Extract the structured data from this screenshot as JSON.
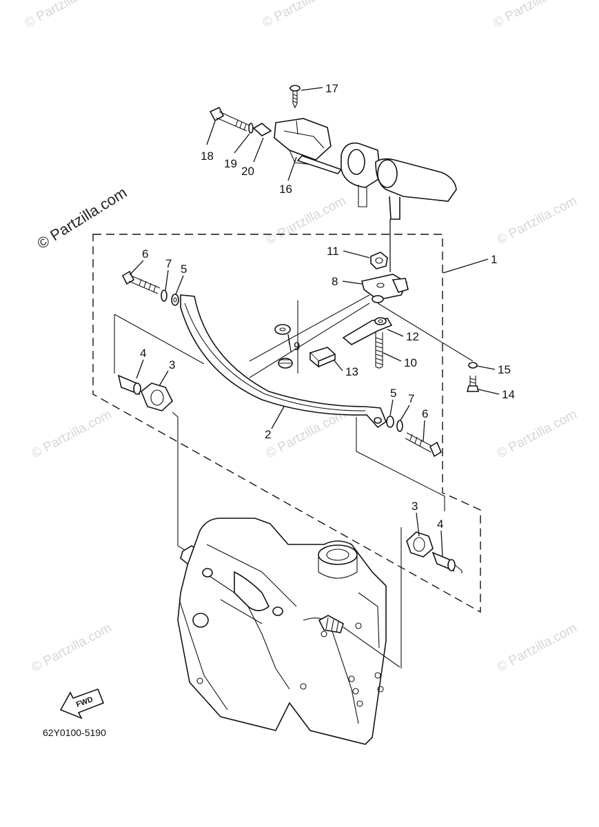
{
  "watermark": {
    "text": "© Partzilla.com"
  },
  "diagram": {
    "part_code": "62Y0100-5190",
    "fwd_label": "FWD",
    "callouts": {
      "c1": "1",
      "c2": "2",
      "c3a": "3",
      "c3b": "3",
      "c4a": "4",
      "c4b": "4",
      "c5a": "5",
      "c5b": "5",
      "c6a": "6",
      "c6b": "6",
      "c7a": "7",
      "c7b": "7",
      "c8": "8",
      "c9": "9",
      "c10": "10",
      "c11": "11",
      "c12": "12",
      "c13": "13",
      "c14": "14",
      "c15": "15",
      "c16": "16",
      "c17": "17",
      "c18": "18",
      "c19": "19",
      "c20": "20"
    }
  }
}
